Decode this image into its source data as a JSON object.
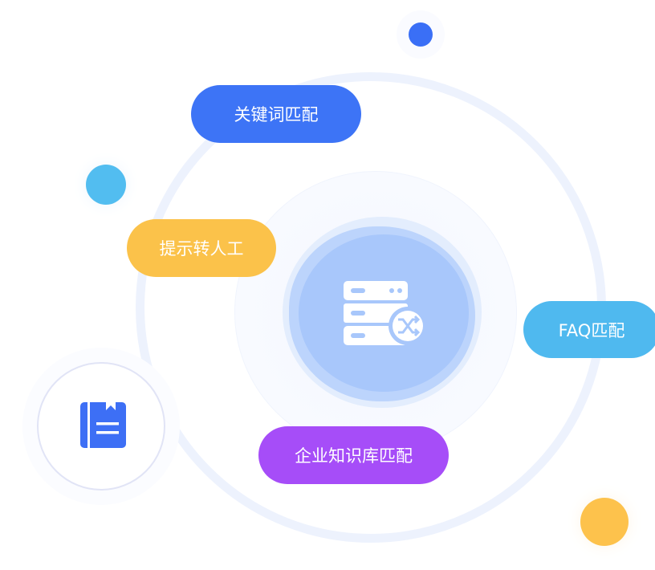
{
  "tags": {
    "keyword_match": "关键词匹配",
    "prompt_human": "提示转人工",
    "faq_match": "FAQ匹配",
    "kb_match": "企业知识库匹配"
  },
  "colors": {
    "blue": "#3d74f6",
    "yellow": "#fbc24a",
    "cyan": "#4fb9ef",
    "purple": "#a64df8",
    "hub": "#a8c7fb"
  },
  "icons": {
    "hub": "database-shuffle-icon",
    "book": "book-icon"
  }
}
